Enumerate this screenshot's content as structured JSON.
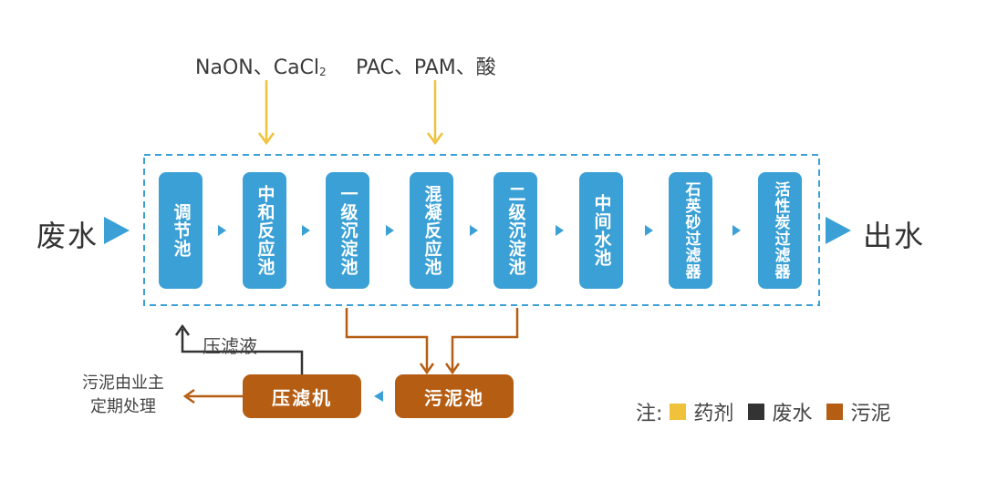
{
  "chemicals": {
    "group1_prefix": "NaON、CaCl",
    "group1_subscript": "2",
    "group2": "PAC、PAM、酸"
  },
  "io": {
    "input": "废水",
    "output": "出水"
  },
  "steps": [
    {
      "label": "调节池"
    },
    {
      "label": "中和反应池"
    },
    {
      "label": "一级沉淀池"
    },
    {
      "label": "混凝反应池"
    },
    {
      "label": "二级沉淀池"
    },
    {
      "label": "中间水池"
    },
    {
      "label": "石英砂过滤器"
    },
    {
      "label": "活性炭过滤器"
    }
  ],
  "sludge": {
    "tank": "污泥池",
    "press": "压滤机",
    "filtrate": "压滤液",
    "disposal_line1": "污泥由业主",
    "disposal_line2": "定期处理"
  },
  "legend": {
    "title": "注:",
    "items": [
      {
        "label": "药剂",
        "color": "#f0c13a"
      },
      {
        "label": "废水",
        "color": "#333333"
      },
      {
        "label": "污泥",
        "color": "#b45d13"
      }
    ]
  },
  "colors": {
    "process": "#3aa0d6",
    "chemical": "#f0c13a",
    "sludge": "#b45d13",
    "wastewater": "#333333"
  }
}
